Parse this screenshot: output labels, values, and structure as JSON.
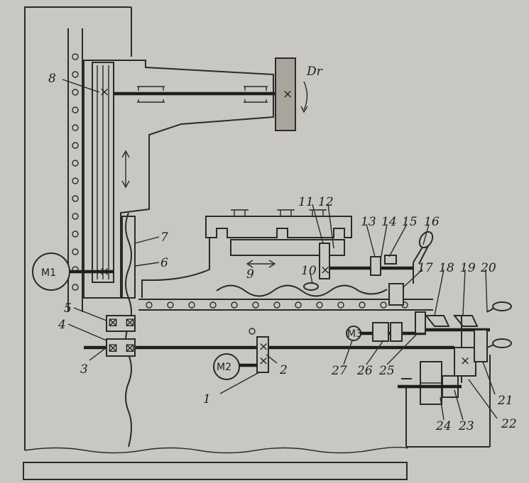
{
  "diagram": {
    "direction_label": "Dr",
    "motors": [
      {
        "id": "m1",
        "label": "M1"
      },
      {
        "id": "m2",
        "label": "M2"
      },
      {
        "id": "m3",
        "label": "M3"
      }
    ],
    "callouts": [
      "1",
      "2",
      "3",
      "4",
      "5",
      "6",
      "7",
      "8",
      "9",
      "10",
      "11",
      "12",
      "13",
      "14",
      "15",
      "16",
      "17",
      "18",
      "19",
      "20",
      "21",
      "22",
      "23",
      "24",
      "25",
      "26",
      "27"
    ]
  }
}
